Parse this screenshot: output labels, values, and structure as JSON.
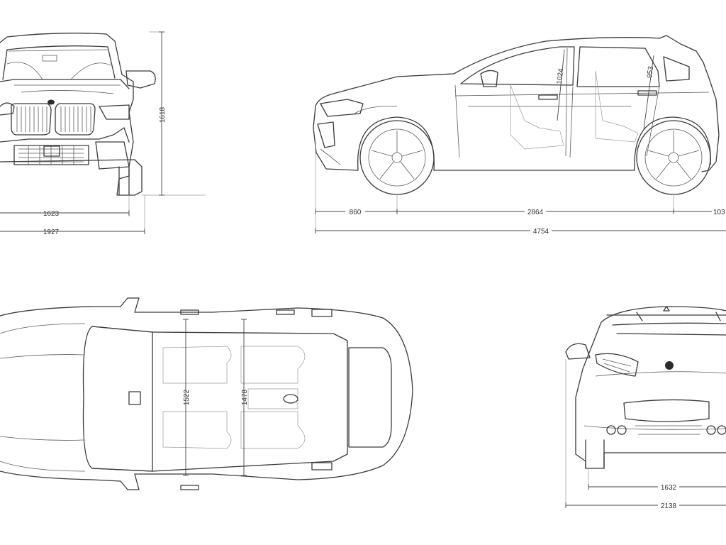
{
  "diagram": {
    "front_view": {
      "height": "1618",
      "track": "1623",
      "width": "1927"
    },
    "side_view": {
      "front_overhang": "860",
      "wheelbase": "2864",
      "rear_overhang": "103",
      "length": "4754",
      "front_headroom": "1024",
      "rear_headroom": "953"
    },
    "top_view": {
      "front_interior_width": "1522",
      "rear_interior_width": "1478"
    },
    "rear_view": {
      "rear_track": "1632",
      "width_with_mirrors": "2138"
    }
  }
}
